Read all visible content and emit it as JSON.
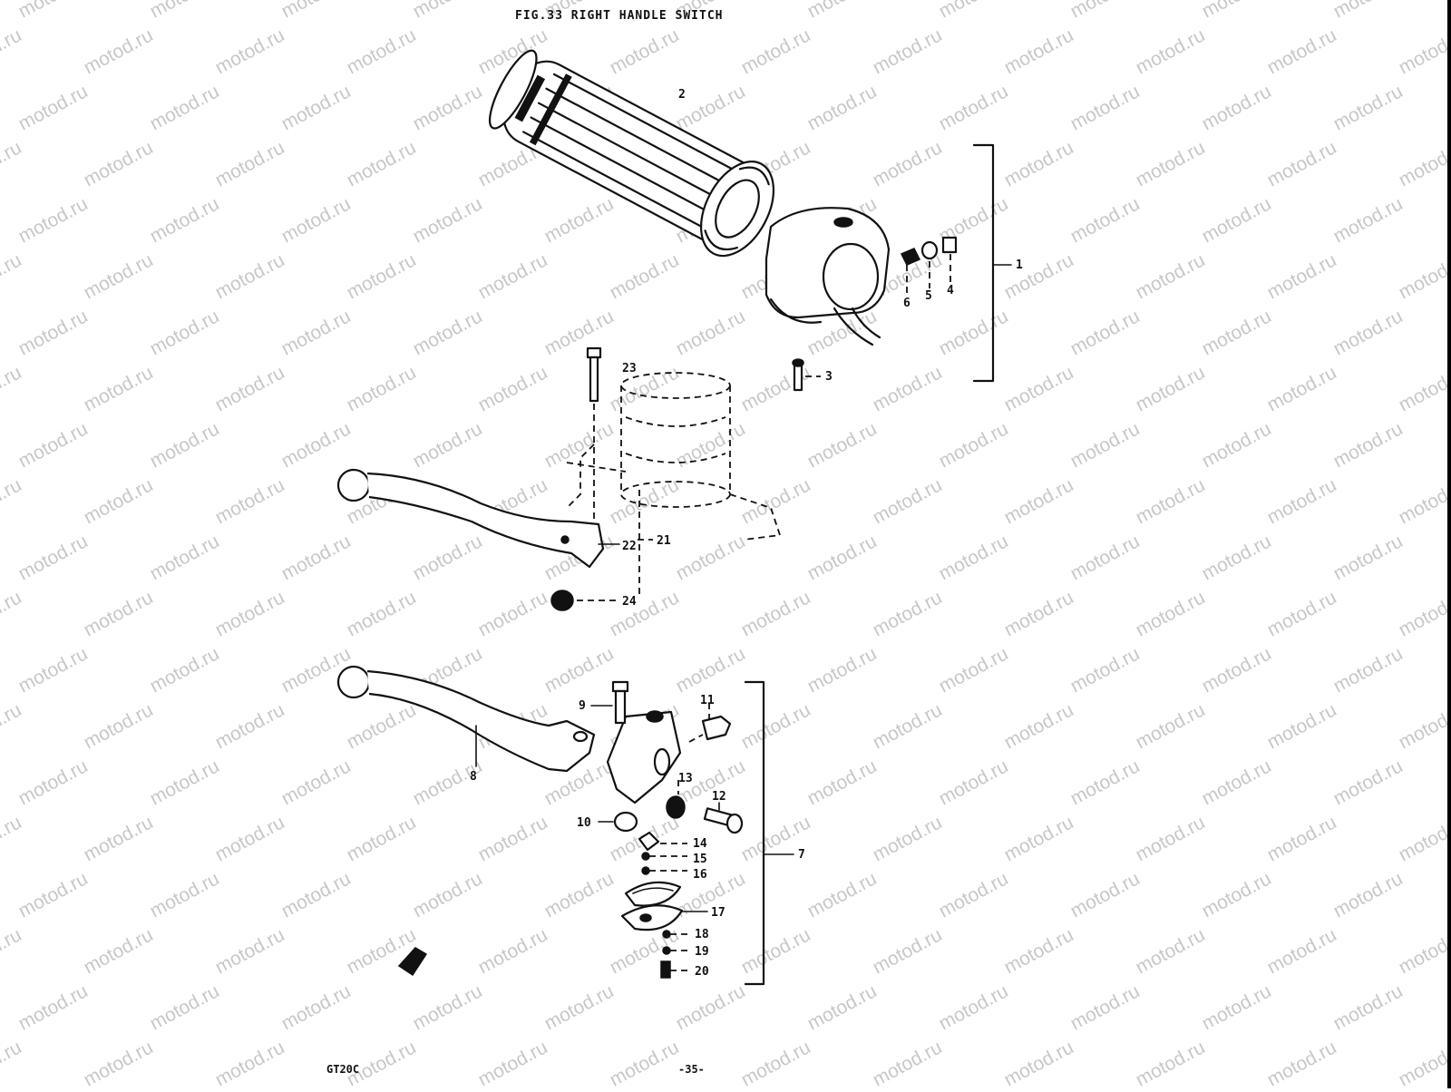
{
  "figure": {
    "title": "FIG.33  RIGHT HANDLE SWITCH",
    "model": "GT20C",
    "page_number": "-35-"
  },
  "watermark": "motod.ru",
  "parts": [
    {
      "id": "p1",
      "label": "1"
    },
    {
      "id": "p2",
      "label": "2"
    },
    {
      "id": "p3",
      "label": "3"
    },
    {
      "id": "p4",
      "label": "4"
    },
    {
      "id": "p5",
      "label": "5"
    },
    {
      "id": "p6",
      "label": "6"
    },
    {
      "id": "p7",
      "label": "7"
    },
    {
      "id": "p8",
      "label": "8"
    },
    {
      "id": "p9",
      "label": "9"
    },
    {
      "id": "p10",
      "label": "10"
    },
    {
      "id": "p11",
      "label": "11"
    },
    {
      "id": "p12",
      "label": "12"
    },
    {
      "id": "p13",
      "label": "13"
    },
    {
      "id": "p14",
      "label": "14"
    },
    {
      "id": "p15",
      "label": "15"
    },
    {
      "id": "p16",
      "label": "16"
    },
    {
      "id": "p17",
      "label": "17"
    },
    {
      "id": "p18",
      "label": "18"
    },
    {
      "id": "p19",
      "label": "19"
    },
    {
      "id": "p20",
      "label": "20"
    },
    {
      "id": "p21",
      "label": "21"
    },
    {
      "id": "p22",
      "label": "22"
    },
    {
      "id": "p23",
      "label": "23"
    },
    {
      "id": "p24",
      "label": "24"
    }
  ]
}
